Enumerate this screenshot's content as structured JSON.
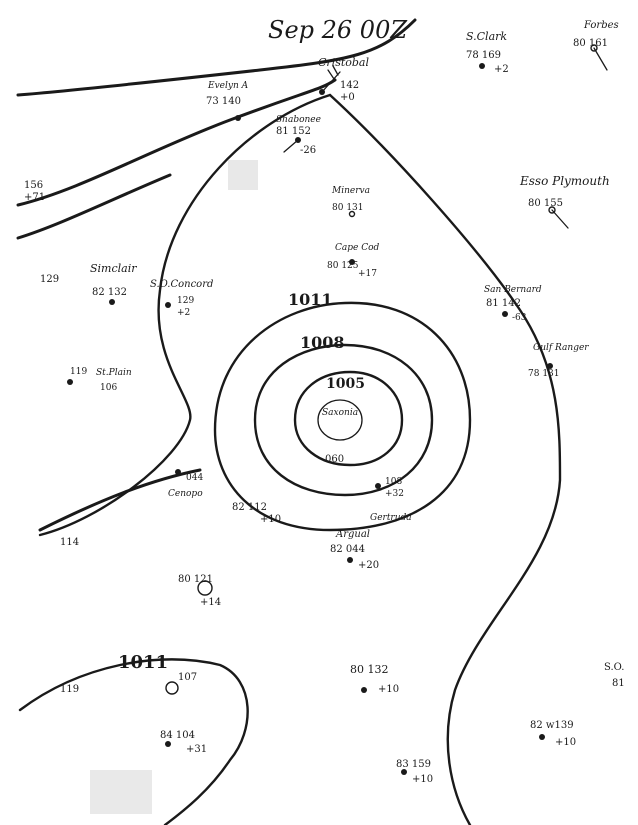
{
  "title": "Sep 26 00Z",
  "isobars": {
    "outer": "1011",
    "middle": "1008",
    "inner": "1005",
    "sw_high": "1011"
  },
  "stations": {
    "cristobal": "Cristobal",
    "cristobal_p": "142",
    "cristobal_t": "+0",
    "shabonee": "Shabonee",
    "shabonee_vals": "81 152",
    "shabonee_td": "-26",
    "evelyn": "Evelyn A",
    "evelyn_vals": "73 140",
    "minerva": "Minerva",
    "minerva_vals": "80 131",
    "cape_cod": "Cape Cod",
    "cape_cod_vals": "80 125",
    "cape_cod_t": "+17",
    "simclair": "Simclair",
    "simclair_vals": "82 132",
    "s_o_concord": "S.O.Concord",
    "concord_vals": "129",
    "concord_t": "+2",
    "esso_plymouth": "Esso Plymouth",
    "esso_vals": "80 155",
    "s_clark": "S.Clark",
    "s_clark_vals": "78 169",
    "s_clark_t": "+2",
    "forbes": "Forbes",
    "forbes_vals": "80 161",
    "san_bernard": "San Bernard",
    "san_bernard_vals": "81 142",
    "san_bernard_t": "-63",
    "gulf_ranger": "Gulf Ranger",
    "gulf_vals": "78 131",
    "argual": "Argual",
    "argual_vals": "82 044",
    "argual_t": "+20",
    "cenopo": "Cenopo",
    "cenopo_vals": "044",
    "st_plain": "St.Plain",
    "st_plain_vals": "119",
    "st_plain_t": "106",
    "center_label": "Saxonia",
    "center_vals": "060",
    "gertruda": "Gertruda",
    "gertruda_vals": "108",
    "gertruda_t": "+32",
    "bottom_vals": "119",
    "bottom_t": "107",
    "sw_vals": "84 104",
    "sw_t": "+31",
    "se1_vals": "80 132",
    "se1_t": "+10",
    "se2_vals": "83 159",
    "se2_t": "+10",
    "se3_vals": "82 w139",
    "se3_t": "+10",
    "far_right": "S.O.",
    "far_right_val": "81",
    "left1": "156",
    "left1_t": "+71",
    "left2": "129",
    "left3": "114",
    "mid_left_vals": "82 112",
    "mid_left_t": "+10",
    "mid_vals": "80 121",
    "mid_t": "+14"
  },
  "colors": {
    "ink": "#1a1a1a",
    "paper": "#ffffff"
  }
}
